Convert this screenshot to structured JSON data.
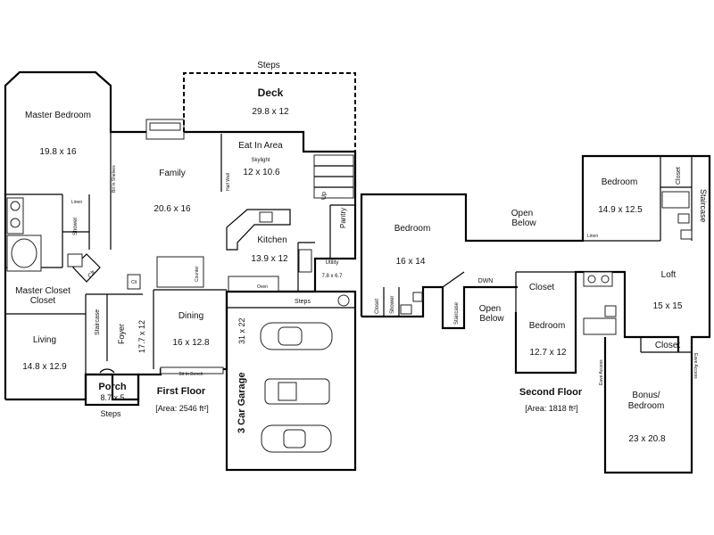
{
  "first_floor": {
    "title": "First Floor",
    "area": "[Area: 2546 ft²]",
    "rooms": {
      "deck": {
        "name": "Deck",
        "dims": "29.8 x 12"
      },
      "master_bedroom": {
        "name": "Master Bedroom",
        "dims": "19.8 x 16"
      },
      "family": {
        "name": "Family",
        "dims": "20.6 x 16"
      },
      "eat_in": {
        "name": "Eat In Area",
        "dims": "12 x 10.6"
      },
      "kitchen": {
        "name": "Kitchen",
        "dims": "13.9 x 12"
      },
      "master_closet": {
        "name": "Master Closet"
      },
      "living": {
        "name": "Living",
        "dims": "14.8 x 12.9"
      },
      "foyer": {
        "name": "Foyer",
        "dims": "17.7 x 12"
      },
      "dining": {
        "name": "Dining",
        "dims": "16 x 12.8"
      },
      "garage": {
        "name": "3 Car Garage",
        "dims": "31 x 22"
      },
      "porch": {
        "name": "Porch",
        "dims": "8.7 x 5"
      },
      "utility": {
        "name": "Utility",
        "dims": "7.8 x 6.7"
      }
    },
    "labels": {
      "steps_top": "Steps",
      "steps_porch": "Steps",
      "steps_garage": "Steps",
      "skylight": "Skylight",
      "built_in_shelves": "Bit In Shelves",
      "half_wall": "Half Wall",
      "up": "Up",
      "pantry": "Pantry",
      "staircase": "Staircase",
      "linen": "Linen",
      "shower": "Shower",
      "clt": "Clt",
      "counter": "Counter",
      "oven": "Oven",
      "built_in_bench": "Bit In Bench"
    }
  },
  "second_floor": {
    "title": "Second Floor",
    "area": "[Area: 1818 ft²]",
    "rooms": {
      "bedroom_a": {
        "name": "Bedroom",
        "dims": "16 x 14"
      },
      "bedroom_b": {
        "name": "Bedroom",
        "dims": "14.9 x 12.5"
      },
      "bedroom_c": {
        "name": "Bedroom",
        "dims": "12.7 x 12"
      },
      "loft": {
        "name": "Loft",
        "dims": "15 x 15"
      },
      "bonus": {
        "name": "Bonus/ Bedroom",
        "line1": "Bonus/",
        "line2": "Bedroom",
        "dims": "23 x 20.8"
      }
    },
    "labels": {
      "open_below_1": "Open Below",
      "open_below_2": "Open Below",
      "dwn": "DWN",
      "closet_1": "Closet",
      "closet_2": "Closet",
      "closet_3": "Closet",
      "closet_4": "Closet",
      "staircase_1": "Staircase",
      "staircase_2": "Staircase",
      "shower": "Shower",
      "linen": "Linen",
      "eave_access_1": "Eave Access",
      "eave_access_2": "Eave Access"
    }
  }
}
